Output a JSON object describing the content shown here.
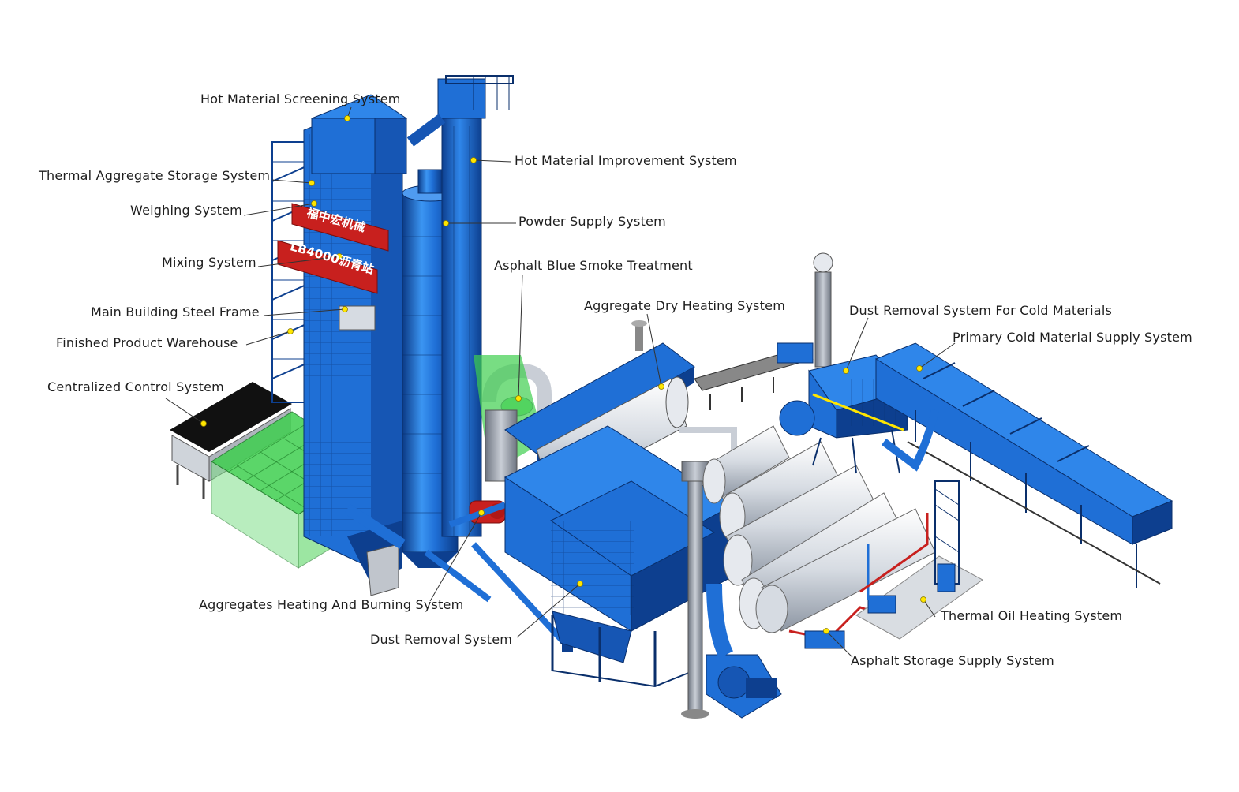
{
  "colors": {
    "steel_blue": "#1f6fd6",
    "steel_blue_dark": "#0d3f8f",
    "steel_blue_light": "#4f9bf0",
    "tank_white": "#e6e9ee",
    "glass_green": "#3fcf4f",
    "banner_red": "#c8201e",
    "marker_yellow": "#ffe600",
    "leader_line": "#333333",
    "label_text": "#1e1e1e"
  },
  "banner": {
    "line1": "福中宏机械",
    "line2": "LB4000沥青站"
  },
  "labels": [
    {
      "id": "hot-material-screening",
      "text": "Hot Material Screening System"
    },
    {
      "id": "thermal-aggregate-storage",
      "text": "Thermal Aggregate Storage System"
    },
    {
      "id": "weighing",
      "text": "Weighing System"
    },
    {
      "id": "mixing",
      "text": "Mixing System"
    },
    {
      "id": "main-building-steel-frame",
      "text": "Main Building Steel Frame"
    },
    {
      "id": "finished-product-warehouse",
      "text": "Finished Product Warehouse"
    },
    {
      "id": "centralized-control",
      "text": "Centralized Control System"
    },
    {
      "id": "hot-material-improvement",
      "text": "Hot Material Improvement System"
    },
    {
      "id": "powder-supply",
      "text": "Powder Supply System"
    },
    {
      "id": "asphalt-blue-smoke",
      "text": "Asphalt Blue Smoke Treatment"
    },
    {
      "id": "aggregate-dry-heating",
      "text": "Aggregate Dry Heating System"
    },
    {
      "id": "dust-removal-cold",
      "text": "Dust Removal System For Cold Materials"
    },
    {
      "id": "primary-cold-material",
      "text": "Primary Cold Material Supply System"
    },
    {
      "id": "aggregates-heating-burning",
      "text": "Aggregates Heating And Burning System"
    },
    {
      "id": "dust-removal",
      "text": "Dust Removal System"
    },
    {
      "id": "thermal-oil-heating",
      "text": "Thermal Oil Heating System"
    },
    {
      "id": "asphalt-storage-supply",
      "text": "Asphalt Storage Supply System"
    }
  ]
}
